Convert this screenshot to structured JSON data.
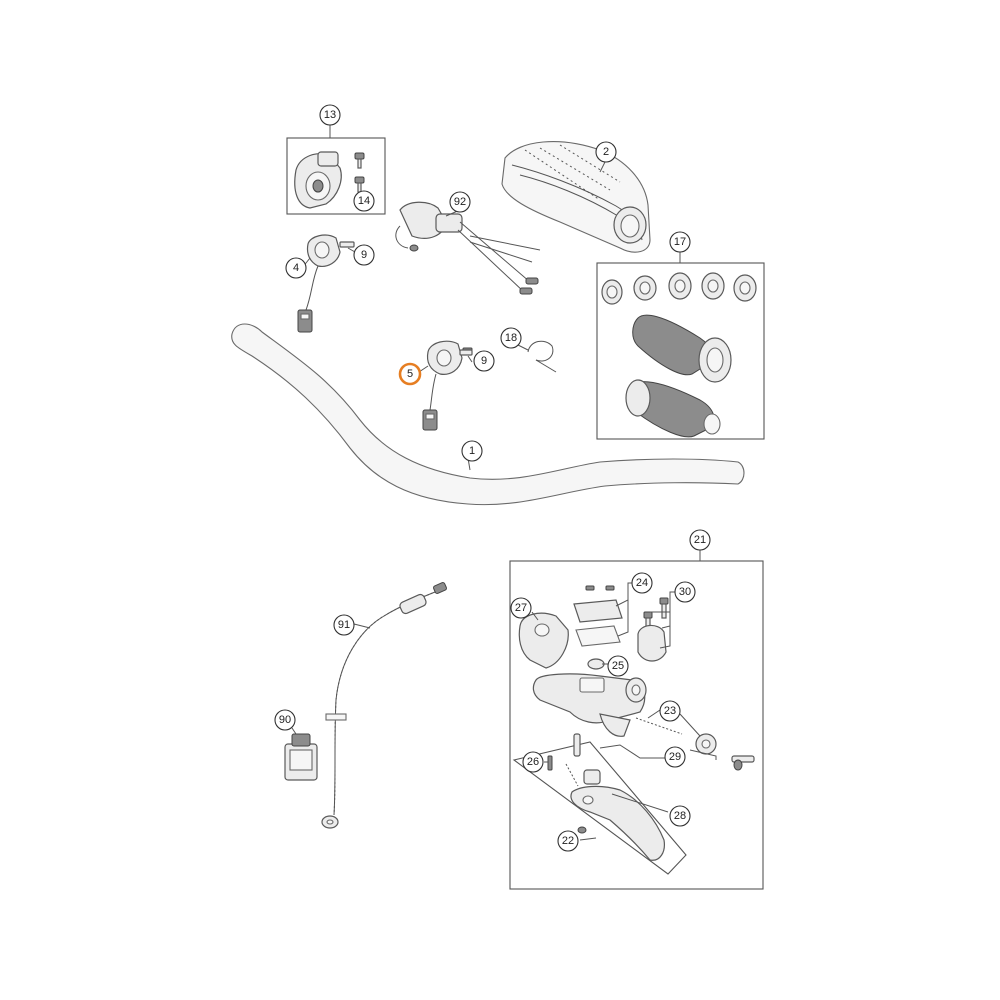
{
  "highlight_color": "#e67e22",
  "line_color": "#555555",
  "callouts": {
    "c1": "1",
    "c2": "2",
    "c4": "4",
    "c5": "5",
    "c9a": "9",
    "c9b": "9",
    "c13": "13",
    "c14": "14",
    "c17": "17",
    "c18": "18",
    "c21": "21",
    "c22": "22",
    "c23": "23",
    "c24": "24",
    "c25": "25",
    "c26": "26",
    "c27": "27",
    "c28": "28",
    "c29": "29",
    "c30": "30",
    "c90": "90",
    "c91": "91",
    "c92": "92"
  },
  "highlighted_part": "5"
}
